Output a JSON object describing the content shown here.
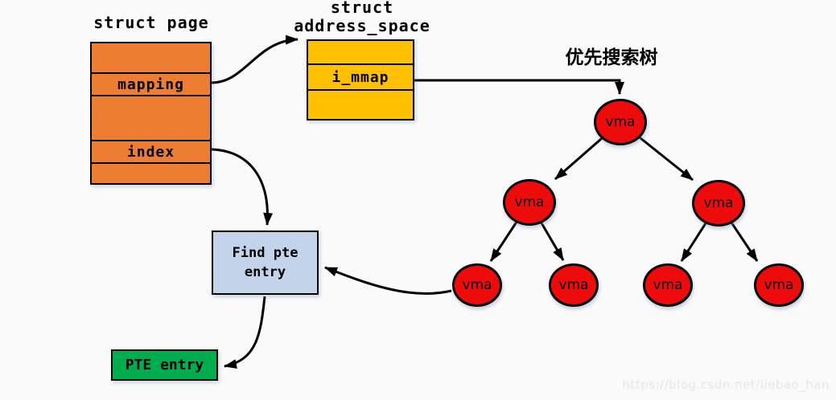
{
  "colors": {
    "background": "#fafafa",
    "struct_page_fill": "#ED7D31",
    "address_space_fill": "#FFC000",
    "vma_node_fill": "#EE0B0B",
    "find_pte_fill": "#C3D4EA",
    "pte_entry_fill": "#00AD4E",
    "line": "#000000"
  },
  "struct_page": {
    "title": "struct page",
    "rows": [
      "",
      "mapping",
      "",
      "index",
      ""
    ]
  },
  "address_space": {
    "title_line1": "struct",
    "title_line2": "address_space",
    "rows": [
      "",
      "i_mmap",
      ""
    ]
  },
  "tree": {
    "title": "优先搜索树",
    "nodes": [
      {
        "id": "root",
        "label": "vma"
      },
      {
        "id": "left-child",
        "label": "vma"
      },
      {
        "id": "right-child",
        "label": "vma"
      },
      {
        "id": "leaf-1",
        "label": "vma"
      },
      {
        "id": "leaf-2",
        "label": "vma"
      },
      {
        "id": "leaf-3",
        "label": "vma"
      },
      {
        "id": "leaf-4",
        "label": "vma"
      }
    ]
  },
  "find_pte_box": {
    "line1": "Find pte",
    "line2": "entry"
  },
  "pte_entry_box": {
    "label": "PTE entry"
  },
  "watermark": "https://blog.csdn.net/liebao_han"
}
